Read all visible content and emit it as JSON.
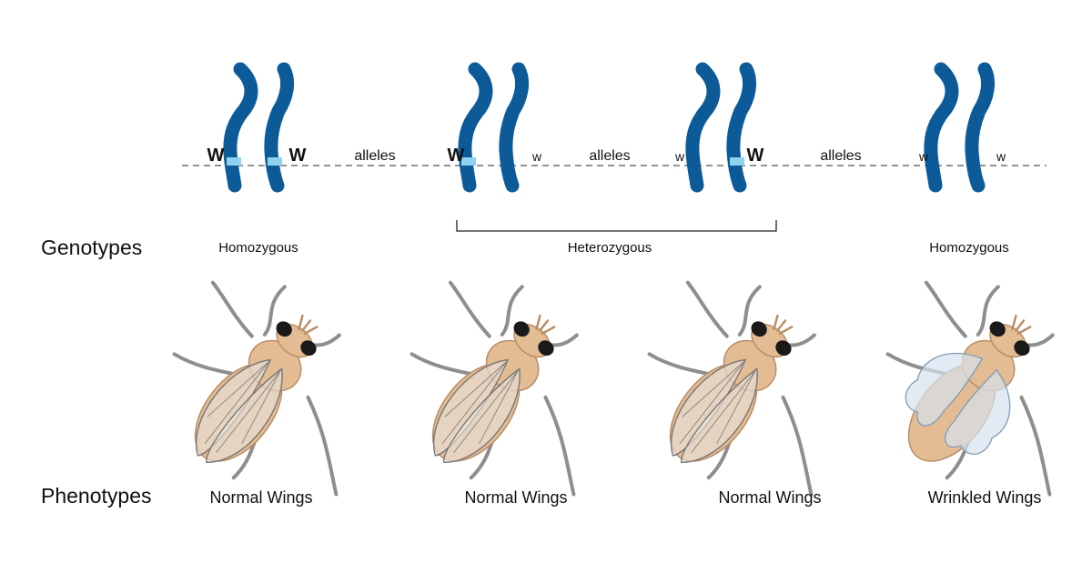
{
  "row_labels": {
    "genotypes": "Genotypes",
    "phenotypes": "Phenotypes"
  },
  "colors": {
    "chromosome": "#0d5a99",
    "allele_band": "#8fd2ef",
    "body": "#e3bc93",
    "eye": "#1a1a1a",
    "leg": "#8e8e8e",
    "wing_normal": "#eae4de",
    "wing_wrinkled": "#d6e3ee"
  },
  "pairs": [
    {
      "left_allele": "W",
      "left_dominant": true,
      "right_allele": "W",
      "right_dominant": true,
      "genotype": "Homozygous",
      "phenotype": "Normal Wings",
      "wing_type": "normal"
    },
    {
      "left_allele": "W",
      "left_dominant": true,
      "right_allele": "w",
      "right_dominant": false,
      "genotype": "",
      "phenotype": "Normal Wings",
      "wing_type": "normal"
    },
    {
      "left_allele": "w",
      "left_dominant": false,
      "right_allele": "W",
      "right_dominant": true,
      "genotype": "",
      "phenotype": "Normal Wings",
      "wing_type": "normal"
    },
    {
      "left_allele": "w",
      "left_dominant": false,
      "right_allele": "w",
      "right_dominant": false,
      "genotype": "Homozygous",
      "phenotype": "Wrinkled Wings",
      "wing_type": "wrinkled"
    }
  ],
  "allele_connectors": [
    "alleles",
    "alleles",
    "alleles"
  ],
  "bracket_label": "Heterozygous"
}
